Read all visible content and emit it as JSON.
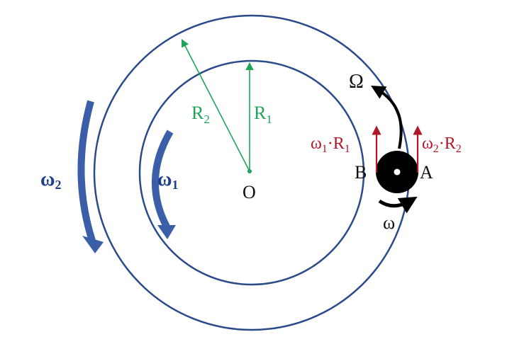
{
  "diagram": {
    "labels": {
      "center": "O",
      "r1_main": "R",
      "r1_sub": "1",
      "r2_main": "R",
      "r2_sub": "2",
      "omega1_main": "ω",
      "omega1_sub": "1",
      "omega2_main": "ω",
      "omega2_sub": "2",
      "big_omega": "Ω",
      "small_omega": "ω",
      "point_a": "A",
      "point_b": "B",
      "vel_b_a": "ω",
      "vel_b_a_sub": "1",
      "vel_b_b": "·R",
      "vel_b_b_sub": "1",
      "vel_a_a": "ω",
      "vel_a_a_sub": "2",
      "vel_a_b": "·R",
      "vel_a_b_sub": "2"
    },
    "colors": {
      "ring": "#2b4a8a",
      "radius": "#22a35a",
      "rotation_arrow": "#3a5ea8",
      "omega_label": "#1f3f8a",
      "velocity": "#b0182a",
      "text": "#111111",
      "roller": "#000000"
    }
  }
}
